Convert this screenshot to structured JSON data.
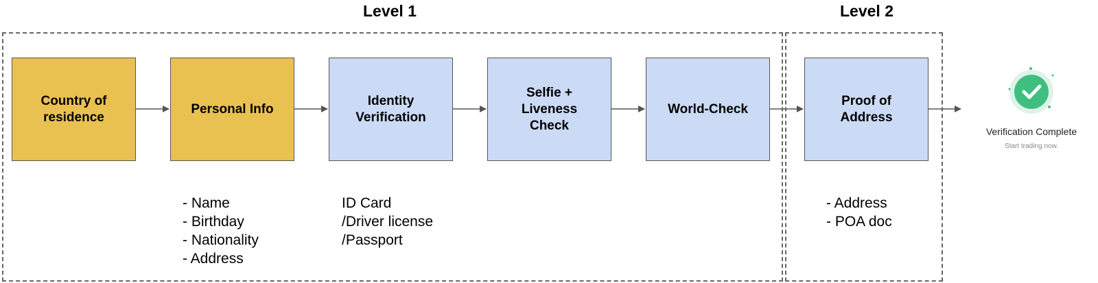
{
  "levels": [
    {
      "title": "Level 1"
    },
    {
      "title": "Level 2"
    }
  ],
  "steps": [
    {
      "label": "Country of\nresidence",
      "color": "#e9c151"
    },
    {
      "label": "Personal Info",
      "color": "#e9c151"
    },
    {
      "label": "Identity\nVerification",
      "color": "#cbdaf5"
    },
    {
      "label": "Selfie +\nLiveness\nCheck",
      "color": "#cbdaf5"
    },
    {
      "label": "World-Check",
      "color": "#cbdaf5"
    },
    {
      "label": "Proof of\nAddress",
      "color": "#cbdaf5"
    }
  ],
  "notes": {
    "personal_info": [
      "- Name",
      "- Birthday",
      "- Nationality",
      "- Address"
    ],
    "identity": [
      "ID Card",
      "/Driver license",
      "/Passport"
    ],
    "proof_of_address": [
      "- Address",
      "- POA doc"
    ]
  },
  "completion": {
    "icon": "check-badge-icon",
    "title": "Verification Complete",
    "subtitle": "Start trading now.",
    "accent": "#3fbf7f"
  }
}
